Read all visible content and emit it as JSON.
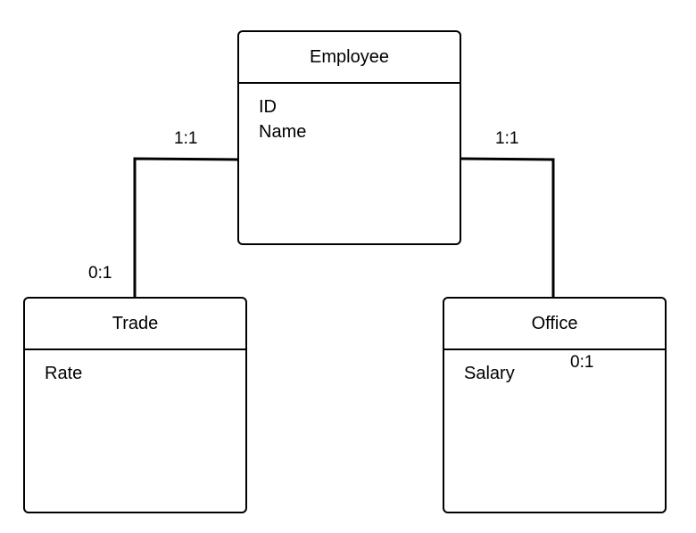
{
  "entities": {
    "employee": {
      "name": "Employee",
      "attributes": [
        "ID",
        "Name"
      ]
    },
    "trade": {
      "name": "Trade",
      "attributes": [
        "Rate"
      ]
    },
    "office": {
      "name": "Office",
      "attributes": [
        "Salary"
      ]
    }
  },
  "relationships": {
    "employee_trade": {
      "employee_end": "1:1",
      "trade_end": "0:1"
    },
    "employee_office": {
      "employee_end": "1:1",
      "office_end": "0:1"
    }
  },
  "colors": {
    "line": "#000000",
    "background": "#ffffff"
  }
}
